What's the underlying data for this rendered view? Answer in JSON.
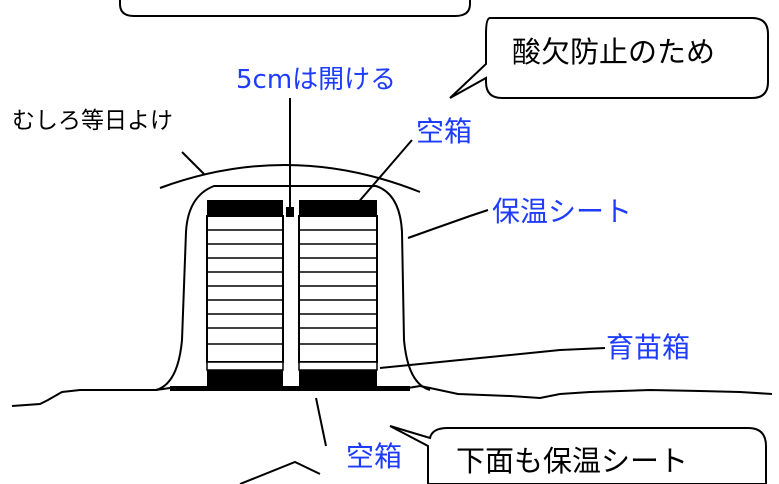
{
  "labels": {
    "gap_note": "5cmは開ける",
    "straw_mat": "むしろ等日よけ",
    "empty_box_top": "空箱",
    "insulation_sheet": "保温シート",
    "seedling_box": "育苗箱",
    "empty_box_bottom": "空箱"
  },
  "callouts": {
    "oxygen": "酸欠防止のため",
    "underside": "下面も保温シート"
  },
  "colors": {
    "label_blue": "#1e3cff",
    "line": "#000000"
  }
}
